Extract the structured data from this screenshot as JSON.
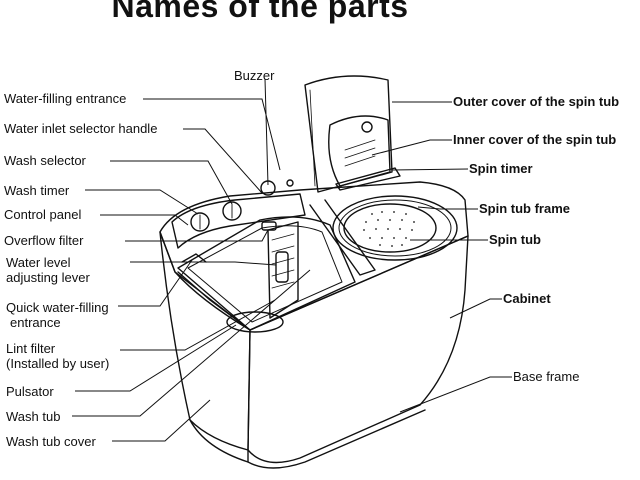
{
  "title": "Names of the parts",
  "labels": {
    "buzzer": "Buzzer",
    "water_filling_entrance": "Water-filling entrance",
    "water_inlet_selector_handle": "Water inlet selector handle",
    "wash_selector": "Wash selector",
    "wash_timer": "Wash timer",
    "control_panel": "Control panel",
    "overflow_filter": "Overflow filter",
    "water_level_line1": "Water level",
    "water_level_line2": "adjusting lever",
    "quick_fill_line1": "Quick water-filling",
    "quick_fill_line2": "entrance",
    "lint_filter_line1": "Lint filter",
    "lint_filter_line2": "(Installed by user)",
    "pulsator": "Pulsator",
    "wash_tub": "Wash tub",
    "wash_tub_cover": "Wash tub cover",
    "outer_cover_spin_tub": "Outer cover of the spin tub",
    "inner_cover_spin_tub": "Inner cover of the spin tub",
    "spin_timer": "Spin timer",
    "spin_tub_frame": "Spin tub frame",
    "spin_tub": "Spin tub",
    "cabinet": "Cabinet",
    "base_frame": "Base frame"
  }
}
